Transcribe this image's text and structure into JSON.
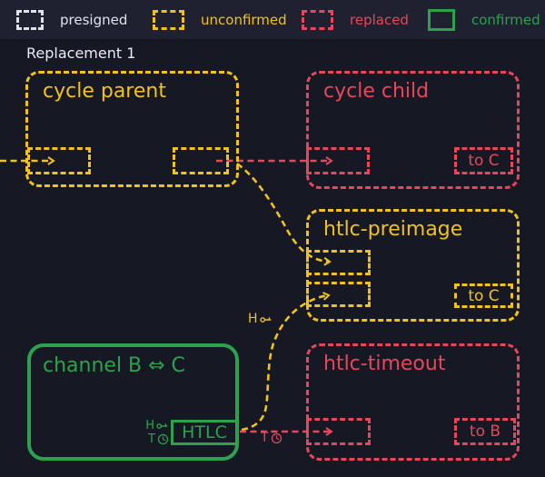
{
  "colors": {
    "background": "#161824",
    "legend_background": "#1f2130",
    "presigned": "#dfe2e8",
    "unconfirmed": "#f1c21b",
    "replaced": "#e8465a",
    "confirmed": "#2ca24d",
    "text": "#e9ebf0"
  },
  "legend": {
    "items": [
      {
        "id": "presigned",
        "label": "presigned",
        "style": "dashed"
      },
      {
        "id": "unconfirmed",
        "label": "unconfirmed",
        "style": "dashed"
      },
      {
        "id": "replaced",
        "label": "replaced",
        "style": "dashed"
      },
      {
        "id": "confirmed",
        "label": "confirmed",
        "style": "solid"
      }
    ]
  },
  "diagram": {
    "title": "Replacement 1",
    "cycle_parent": {
      "label": "cycle parent"
    },
    "cycle_child": {
      "label": "cycle child",
      "output": "to C"
    },
    "htlc_preimage": {
      "label": "htlc-preimage",
      "output": "to C"
    },
    "channel": {
      "label": "channel B ⇔ C",
      "htlc": "HTLC",
      "hash_letter": "H",
      "time_letter": "T"
    },
    "htlc_timeout": {
      "label": "htlc-timeout",
      "output": "to B"
    },
    "edge_labels": {
      "preimage_hash": "H",
      "timeout_clock": "T"
    }
  }
}
